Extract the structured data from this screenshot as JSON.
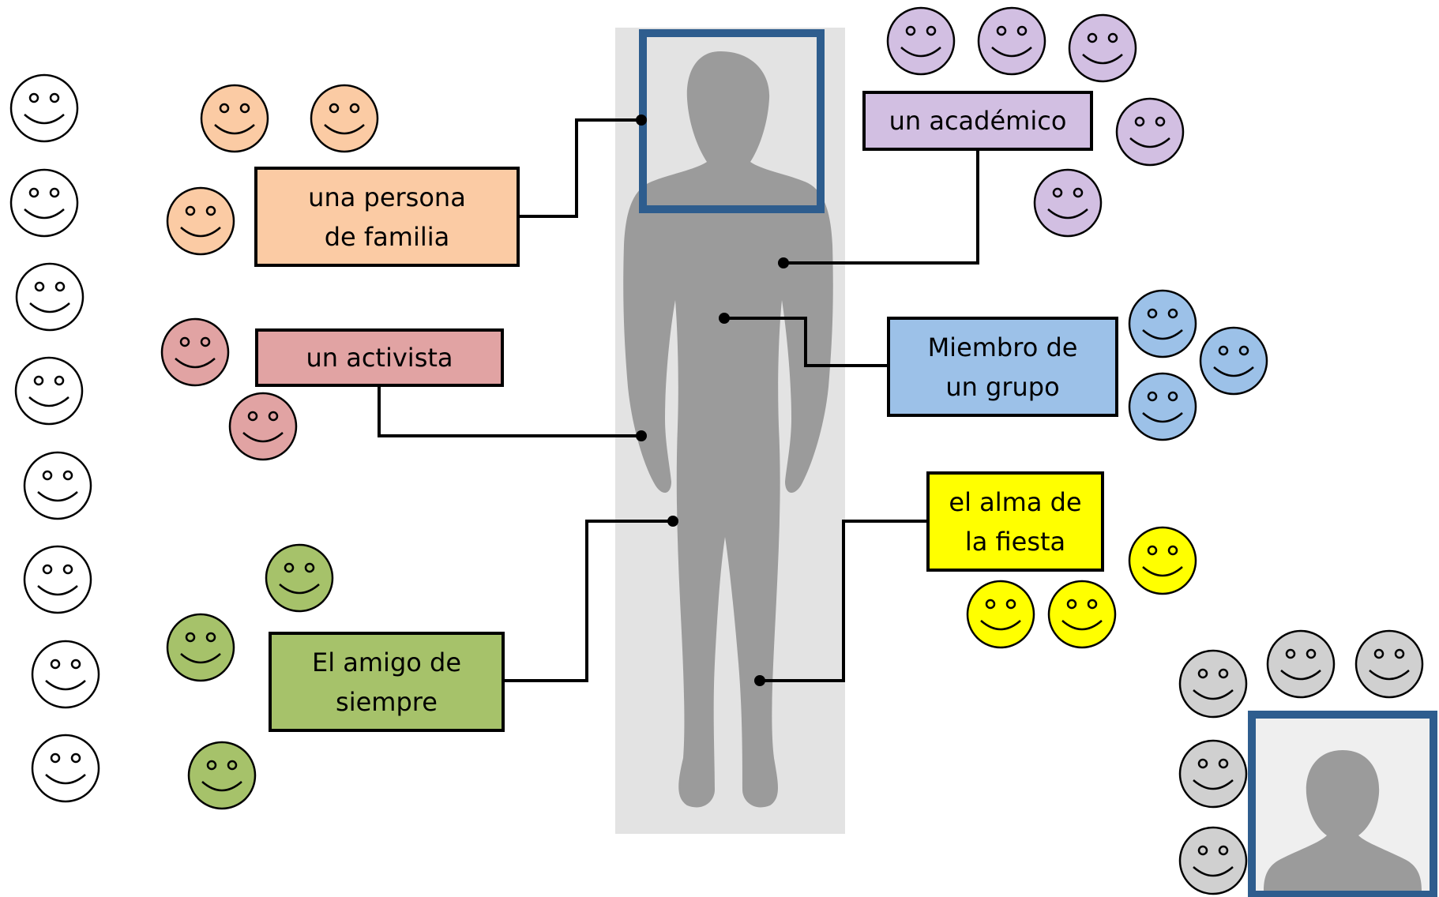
{
  "labels": {
    "familia": "una persona\nde familia",
    "activista": "un activista",
    "academico": "un académico",
    "grupo": "Miembro de\nun grupo",
    "fiesta": "el alma de\nla fiesta",
    "amigo": "El amigo de\nsiempre"
  },
  "colors": {
    "familia": "#fbcba4",
    "activista": "#e1a3a3",
    "academico": "#d2bfe2",
    "grupo": "#9cc1e8",
    "fiesta": "#ffff00",
    "amigo": "#a6c26a",
    "neutral": "#ffffff",
    "crowd": "#d0d0d0",
    "frame": "#2e5d8e",
    "silhouette": "#9b9b9b",
    "silhouette_bg": "#e3e3e3"
  }
}
